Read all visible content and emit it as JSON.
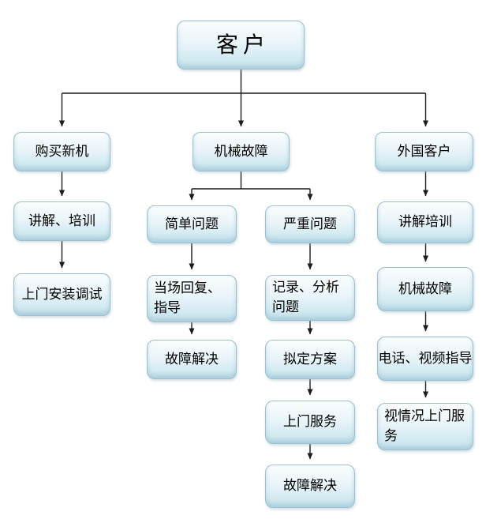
{
  "diagram": {
    "title": "customer-service-flowchart",
    "colors": {
      "box_border": "#9fc0cc",
      "box_fill_top": "#fbfdfe",
      "box_fill_bottom": "#c5e3ed",
      "arrow": "#1c1c1c",
      "background": "#ffffff",
      "text": "#000000"
    },
    "nodes": {
      "customer": {
        "label": "客户"
      },
      "buy_new": {
        "label": "购买新机"
      },
      "explain_train_left": {
        "label": "讲解、培训"
      },
      "onsite_install": {
        "label": "上门安装调试"
      },
      "mech_fault": {
        "label": "机械故障"
      },
      "simple_problem": {
        "label": "简单问题"
      },
      "reply_guide": {
        "label": "当场回复、指导"
      },
      "fault_solved_simple": {
        "label": "故障解决"
      },
      "serious_problem": {
        "label": "严重问题"
      },
      "record_analyze": {
        "label": "记录、分析问题"
      },
      "draft_plan": {
        "label": "拟定方案"
      },
      "onsite_service": {
        "label": "上门服务"
      },
      "fault_solved_serious": {
        "label": "故障解决"
      },
      "foreign_customer": {
        "label": "外国客户"
      },
      "explain_train_right": {
        "label": "讲解培训"
      },
      "mech_fault_right": {
        "label": "机械故障"
      },
      "phone_video_guide": {
        "label": "电话、视频指导"
      },
      "onsite_as_needed": {
        "label": "视情况上门服务"
      }
    },
    "edges": [
      {
        "from": "customer",
        "to": "buy_new"
      },
      {
        "from": "customer",
        "to": "mech_fault"
      },
      {
        "from": "customer",
        "to": "foreign_customer"
      },
      {
        "from": "buy_new",
        "to": "explain_train_left"
      },
      {
        "from": "explain_train_left",
        "to": "onsite_install"
      },
      {
        "from": "mech_fault",
        "to": "simple_problem"
      },
      {
        "from": "mech_fault",
        "to": "serious_problem"
      },
      {
        "from": "simple_problem",
        "to": "reply_guide"
      },
      {
        "from": "reply_guide",
        "to": "fault_solved_simple"
      },
      {
        "from": "serious_problem",
        "to": "record_analyze"
      },
      {
        "from": "record_analyze",
        "to": "draft_plan"
      },
      {
        "from": "draft_plan",
        "to": "onsite_service"
      },
      {
        "from": "onsite_service",
        "to": "fault_solved_serious"
      },
      {
        "from": "foreign_customer",
        "to": "explain_train_right"
      },
      {
        "from": "explain_train_right",
        "to": "mech_fault_right"
      },
      {
        "from": "mech_fault_right",
        "to": "phone_video_guide"
      },
      {
        "from": "phone_video_guide",
        "to": "onsite_as_needed"
      }
    ]
  }
}
